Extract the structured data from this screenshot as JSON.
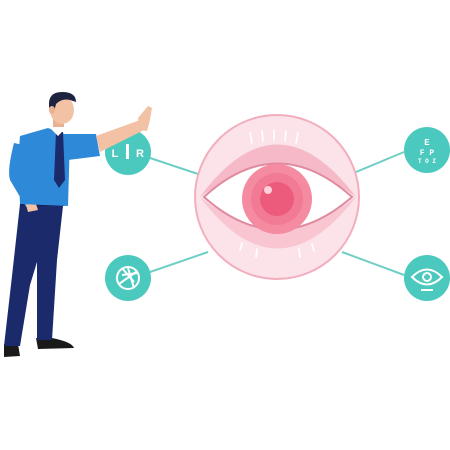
{
  "illustration": {
    "nodes": {
      "lens_test": {
        "letters": [
          "L",
          "R"
        ]
      },
      "eye_chart": {
        "rows": [
          "E",
          "F P",
          "T O Z"
        ]
      },
      "aperture": {
        "icon": "aperture-icon"
      },
      "eye_exam": {
        "icon": "eye-plus-icon"
      }
    },
    "colors": {
      "node_fill": "#4cc9be",
      "connector": "#6fcfc5",
      "eye_outer": "#fadbe3",
      "eye_ring": "#f6b9c7",
      "iris": "#f58ba1",
      "pupil": "#ec5b7c",
      "shirt": "#2e8ad8",
      "trousers": "#1b2a6b",
      "hair": "#1e2340",
      "skin": "#f3c2a4"
    }
  }
}
